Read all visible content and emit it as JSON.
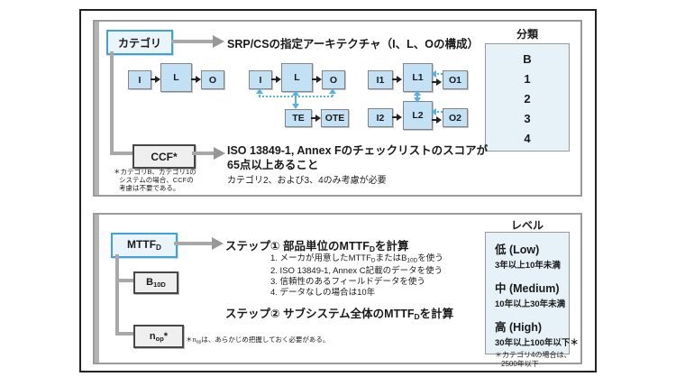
{
  "top": {
    "category": "カテゴリ",
    "arch_heading": "SRP/CSの指定アーキテクチャ（I、L、Oの構成）",
    "arch1": [
      "I",
      "L",
      "O"
    ],
    "arch2": [
      "I",
      "L",
      "O"
    ],
    "arch2_test": [
      "TE",
      "OTE"
    ],
    "arch3_ch1": [
      "I1",
      "L1",
      "O1"
    ],
    "arch3_ch2": [
      "I2",
      "L2",
      "O2"
    ],
    "ccf": "CCF*",
    "ccf_note": [
      "＊カテゴリB、カテゴリ1の",
      "システムの場合、CCFの",
      "考慮は不要である。"
    ],
    "ccf_text1": "ISO 13849-1, Annex Fのチェックリストのスコアが",
    "ccf_text2": "65点以上あること",
    "ccf_sub": "カテゴリ2、および3、4のみ考慮が必要",
    "classification_title": "分類",
    "classification_items": [
      "B",
      "1",
      "2",
      "3",
      "4"
    ]
  },
  "bottom": {
    "mttfd": [
      "MTTF",
      "D"
    ],
    "b10d": [
      "B",
      "10D"
    ],
    "nop": [
      "n",
      "op",
      "*"
    ],
    "step1": [
      "ステップ① 部品単位のMTTF",
      "D",
      "を計算"
    ],
    "step1_item1": [
      "1. メーカが用意したMTTF",
      "D",
      "またはB",
      "10D",
      "を使う"
    ],
    "step1_item2": "2. ISO 13849-1, Annex C記載のデータを使う",
    "step1_item3": "3. 信頼性のあるフィールドデータを使う",
    "step1_item4": "4. データなしの場合は10年",
    "step2": [
      "ステップ② サブシステム全体のMTTF",
      "D",
      "を計算"
    ],
    "nop_note": [
      "＊n",
      "op",
      "は、あらかじめ把握しておく必要がある。"
    ],
    "level_title": "レベル",
    "levels": [
      {
        "name": "低 (Low)",
        "range": "3年以上10年未満"
      },
      {
        "name": "中 (Medium)",
        "range": "10年以上30年未満"
      },
      {
        "name": "高 (High)",
        "range": "30年以上100年以下＊"
      }
    ],
    "level_note": [
      "＊カテゴリ4の場合は、",
      "2500年以下"
    ]
  },
  "colors": {
    "accent_blue_border": "#3fa3da",
    "accent_blue_fill": "#eaf4fb",
    "block_fill": "#c2e1f4",
    "list_panel_fill": "#e7f1f8",
    "arrow_gray": "#a8a8a8",
    "feedback_blue": "#56b2e4",
    "frame_black": "#222222"
  }
}
